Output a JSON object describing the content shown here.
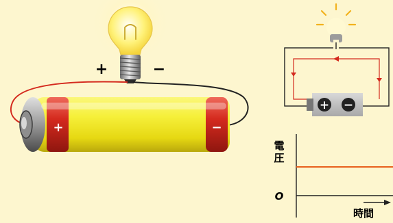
{
  "bulb_terminals": {
    "plus": "+",
    "minus": "−"
  },
  "battery_terminals": {
    "plus": "+",
    "minus": "−"
  },
  "circuit_battery": {
    "plus": "+",
    "minus": "−"
  },
  "graph": {
    "y_label_1": "電",
    "y_label_2": "圧",
    "origin_label": "O",
    "x_label": "時間"
  },
  "colors": {
    "background": "#fdf6cf",
    "battery_body": "#f2ec1c",
    "battery_band": "#d42a1e",
    "wire_red": "#d42a1e",
    "graph_line": "#e8601c"
  }
}
